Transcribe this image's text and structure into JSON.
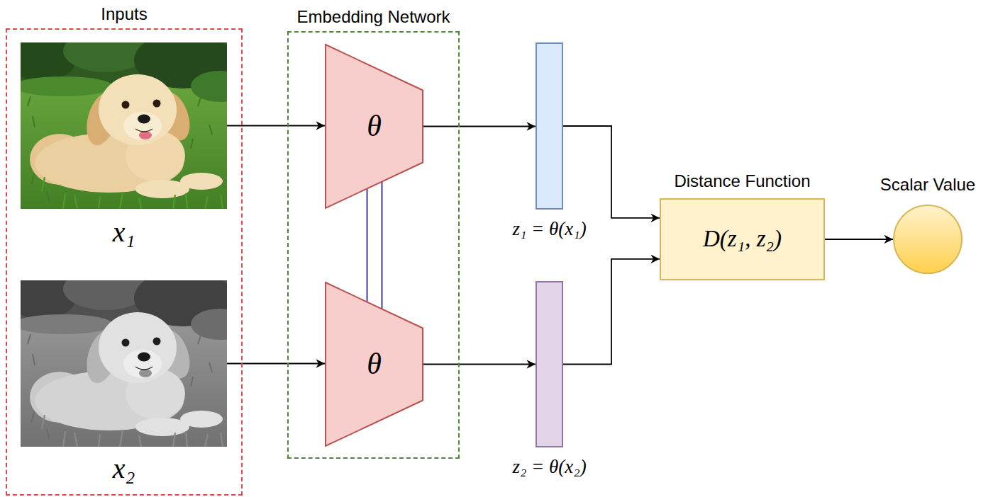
{
  "diagram": {
    "nodes": [
      {
        "text": [
          "Inputs"
        ]
      },
      {
        "text": [
          "x₁"
        ],
        "in": 0
      },
      {
        "text": [
          "x₂"
        ],
        "in": 0
      },
      {
        "text": [
          "Embedding Network"
        ]
      },
      {
        "text": [
          "θ"
        ],
        "in": 3
      },
      {
        "text": [
          "θ"
        ],
        "in": 3
      },
      {
        "text": [
          "z₁ = θ(x₁)"
        ]
      },
      {
        "text": [
          "z₂ = θ(x₂)"
        ]
      },
      {
        "text": [
          "Distance Function",
          "D(z₁, z₂)"
        ]
      },
      {
        "text": [
          "Scalar Value"
        ]
      }
    ],
    "edges": [
      {
        "from": 1,
        "to": 4,
        "arrow": "to"
      },
      {
        "from": 4,
        "to": 5,
        "arrow": "none"
      },
      {
        "from": 2,
        "to": 5,
        "arrow": "to"
      },
      {
        "from": 4,
        "to": 6,
        "arrow": "to"
      },
      {
        "from": 5,
        "to": 7,
        "arrow": "to"
      },
      {
        "from": 6,
        "to": 8,
        "arrow": "to"
      },
      {
        "from": 7,
        "to": 8,
        "arrow": "to"
      },
      {
        "from": 8,
        "to": 9,
        "arrow": "to"
      }
    ]
  }
}
